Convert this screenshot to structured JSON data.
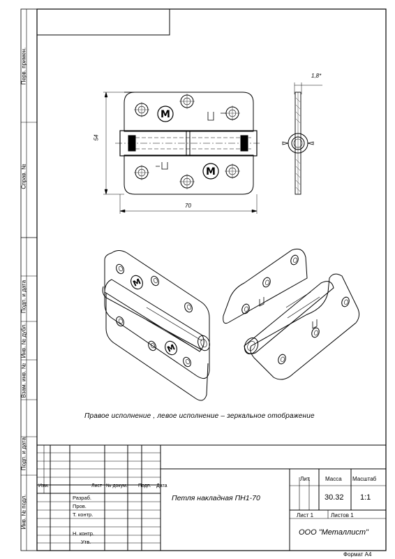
{
  "side_labels": [
    "Перв. примен.",
    "Справ. №",
    "Подп. и дата",
    "Инв. № дубл.",
    "Взам. инв. №",
    "Подп. и дата",
    "Инв. № подл."
  ],
  "dimensions": {
    "thickness": "1,8*",
    "height": "54",
    "width": "70"
  },
  "logo_glyph": "M",
  "note": "Правое исполнение  , левое исполнение – зеркальное отображение",
  "title_block": {
    "col_headers": [
      "Изм.",
      "Лист",
      "№ докум.",
      "Подп.",
      "Дата"
    ],
    "roles": [
      "Разраб.",
      "Пров.",
      "Т. контр.",
      "Н. контр.",
      "Утв."
    ],
    "designation": "Петля накладная ПН1-70",
    "lit_label": "Лит.",
    "mass_label": "Масса",
    "scale_label": "Масштаб",
    "mass_value": "30.32",
    "scale_value": "1:1",
    "sheet_label": "Лист 1",
    "sheets_label": "Листов 1",
    "company": "ООО \"Металлист\""
  },
  "format": "Формат А4"
}
